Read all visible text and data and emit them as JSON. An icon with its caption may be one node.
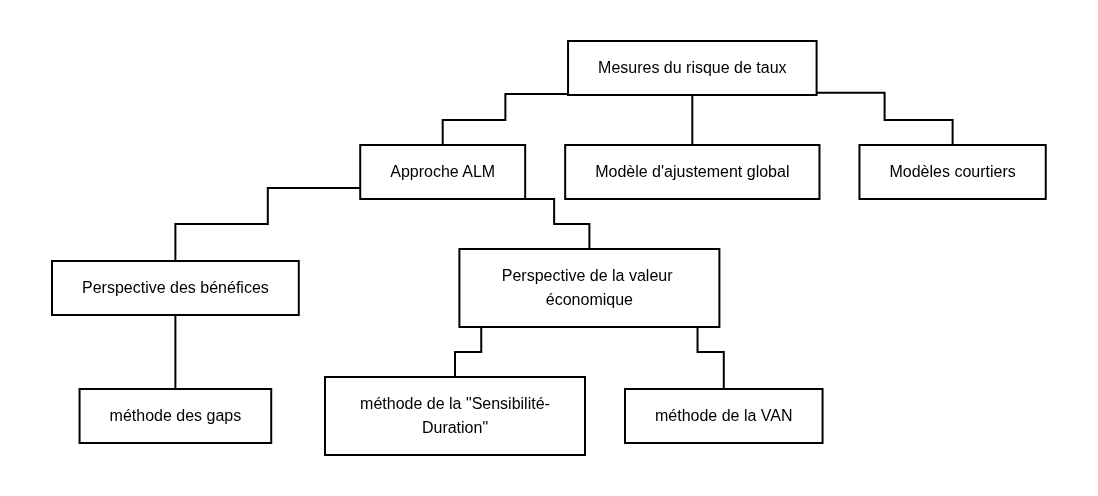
{
  "diagram": {
    "nodes": [
      {
        "text": [
          "Mesures du risque de taux"
        ]
      },
      {
        "text": [
          "Approche ALM"
        ]
      },
      {
        "text": [
          "Modèle d'ajustement global"
        ]
      },
      {
        "text": [
          "Modèles courtiers"
        ]
      },
      {
        "text": [
          "Perspective des bénéfices"
        ]
      },
      {
        "text": [
          "Perspective de la valeur économique"
        ]
      },
      {
        "text": [
          "méthode des gaps"
        ]
      },
      {
        "text": [
          "méthode de la \"Sensibilité-Duration\""
        ]
      },
      {
        "text": [
          "méthode de la VAN"
        ]
      }
    ],
    "edges": [
      {
        "from": 0,
        "to": 1,
        "arrow": "none"
      },
      {
        "from": 0,
        "to": 2,
        "arrow": "none"
      },
      {
        "from": 0,
        "to": 3,
        "arrow": "none"
      },
      {
        "from": 1,
        "to": 4,
        "arrow": "none"
      },
      {
        "from": 1,
        "to": 5,
        "arrow": "none"
      },
      {
        "from": 4,
        "to": 6,
        "arrow": "none"
      },
      {
        "from": 5,
        "to": 7,
        "arrow": "none"
      },
      {
        "from": 5,
        "to": 8,
        "arrow": "none"
      }
    ]
  }
}
